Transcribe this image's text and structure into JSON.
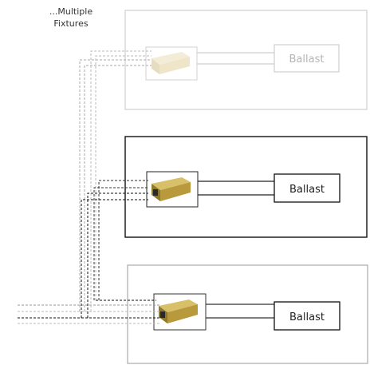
{
  "caption": {
    "line1": "...Multiple",
    "line2": "Fixtures"
  },
  "fixtures": [
    {
      "ballast_label": "Ballast",
      "state": "faded"
    },
    {
      "ballast_label": "Ballast",
      "state": "active"
    },
    {
      "ballast_label": "Ballast",
      "state": "active"
    }
  ],
  "colors": {
    "faded_line": "#c8c8c8",
    "active_line": "#111111",
    "wire_dark": "#111111",
    "wire_light": "#a8a8a8",
    "connector_gold": "#c8a94a",
    "connector_cream": "#efe7cf"
  }
}
